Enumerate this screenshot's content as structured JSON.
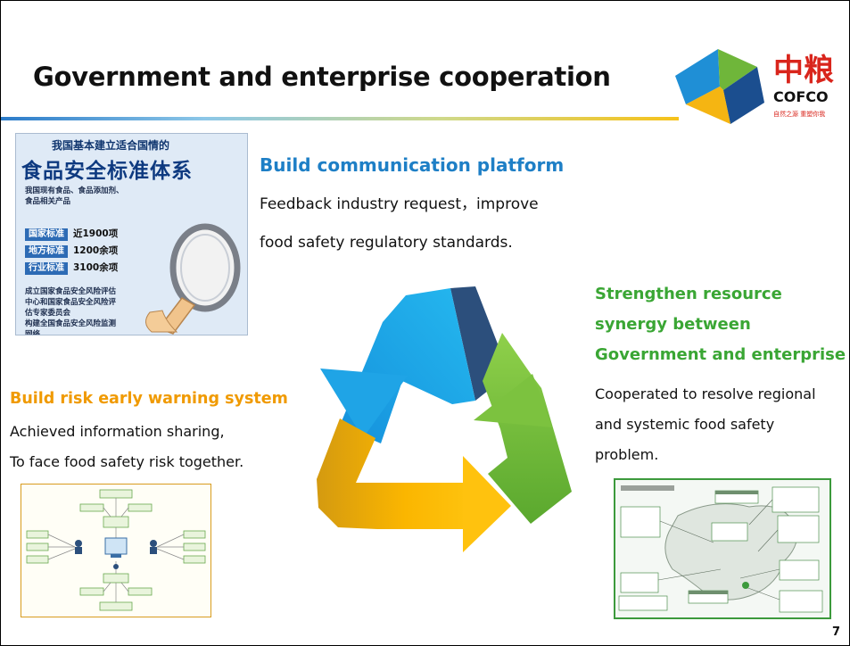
{
  "slide": {
    "title": "Government and enterprise cooperation",
    "page_number": "7"
  },
  "logo": {
    "chinese_name": "中粮",
    "english_name": "COFCO",
    "tagline": "自然之源 重塑你我",
    "colors": [
      "#1f8fd6",
      "#f6a800",
      "#6fb63a",
      "#1b4e8f"
    ]
  },
  "poster": {
    "line1": "我国基本建立适合国情的",
    "line2": "食品安全标准体系",
    "line3": "我国现有食品、食品添加剂、\n食品相关产品",
    "rows": [
      {
        "tag": "国家标准",
        "value": "近1900项"
      },
      {
        "tag": "地方标准",
        "value": "1200余项"
      },
      {
        "tag": "行业标准",
        "value": "3100余项"
      }
    ],
    "line4": "成立国家食品安全风险评估\n中心和国家食品安全风险评\n估专家委员会\n构建全国食品安全风险监测\n网络"
  },
  "sections": {
    "communication": {
      "heading": "Build communication platform",
      "line1": "Feedback industry request，improve",
      "line2": "food safety regulatory standards."
    },
    "synergy": {
      "heading_line1": "Strengthen resource",
      "heading_line2": "synergy between",
      "heading_line3": "Government and enterprise",
      "line1": "Cooperated to resolve regional",
      "line2": "and systemic food safety",
      "line3": "problem."
    },
    "risk": {
      "heading": "Build risk early warning system",
      "line1": "Achieved information sharing,",
      "line2": "To face food safety risk together."
    }
  },
  "cycle_colors": {
    "blue": "#1aa7e8",
    "navy": "#2c4f7c",
    "green": "#7dc142",
    "orange": "#f9b200"
  }
}
